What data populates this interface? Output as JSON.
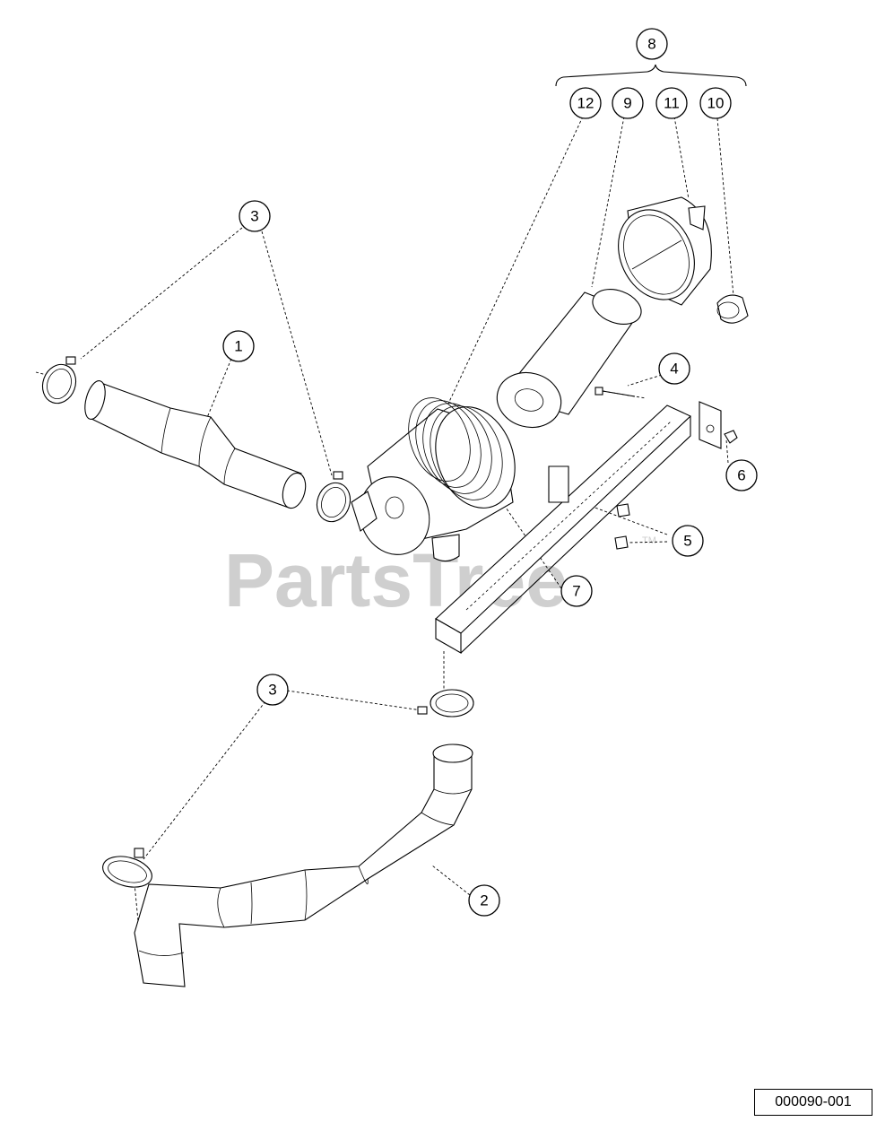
{
  "watermark": {
    "text": "PartsTree",
    "trademark": "TM"
  },
  "figure_id": "000090-001",
  "callouts": [
    {
      "label": "8"
    },
    {
      "label": "12"
    },
    {
      "label": "9"
    },
    {
      "label": "11"
    },
    {
      "label": "10"
    },
    {
      "label": "3"
    },
    {
      "label": "1"
    },
    {
      "label": "4"
    },
    {
      "label": "6"
    },
    {
      "label": "5"
    },
    {
      "label": "7"
    },
    {
      "label": "3"
    },
    {
      "label": "2"
    }
  ]
}
